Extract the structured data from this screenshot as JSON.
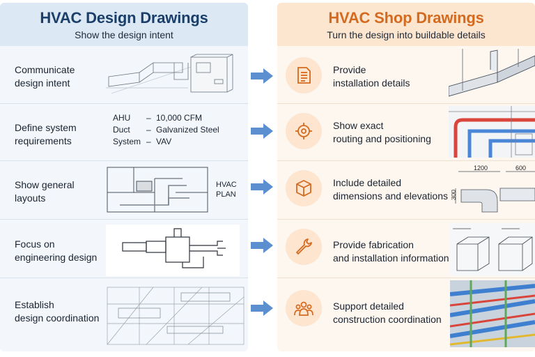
{
  "left": {
    "title": "HVAC Design Drawings",
    "subtitle": "Show the design intent",
    "rows": [
      {
        "line1": "Communicate",
        "line2": "design intent"
      },
      {
        "line1": "Define system",
        "line2": "requirements"
      },
      {
        "line1": "Show general",
        "line2": "layouts"
      },
      {
        "line1": "Focus on",
        "line2": "engineering design"
      },
      {
        "line1": "Establish",
        "line2": "design coordination"
      }
    ],
    "spec": [
      {
        "key": "AHU",
        "dash": "–",
        "value": "10,000 CFM"
      },
      {
        "key": "Duct",
        "dash": "–",
        "value": "Galvanized Steel"
      },
      {
        "key": "System",
        "dash": "–",
        "value": "VAV"
      }
    ],
    "plan_label_1": "HVAC",
    "plan_label_2": "PLAN"
  },
  "right": {
    "title": "HVAC Shop Drawings",
    "subtitle": "Turn the design into buildable details",
    "rows": [
      {
        "line1": "Provide",
        "line2": "installation details",
        "icon": "document-icon"
      },
      {
        "line1": "Show exact",
        "line2": "routing and positioning",
        "icon": "target-icon"
      },
      {
        "line1": "Include detailed",
        "line2": "dimensions and elevations",
        "icon": "cube-icon"
      },
      {
        "line1": "Provide fabrication",
        "line2": "and installation information",
        "icon": "wrench-icon"
      },
      {
        "line1": "Support detailed",
        "line2": "construction coordination",
        "icon": "people-icon"
      }
    ],
    "dims": {
      "d1": "1200",
      "d2": "600",
      "d3": "300"
    }
  },
  "colors": {
    "accent_blue": "#1b3f6b",
    "accent_orange": "#d46a1f",
    "arrow_blue": "#5b8fd0"
  }
}
